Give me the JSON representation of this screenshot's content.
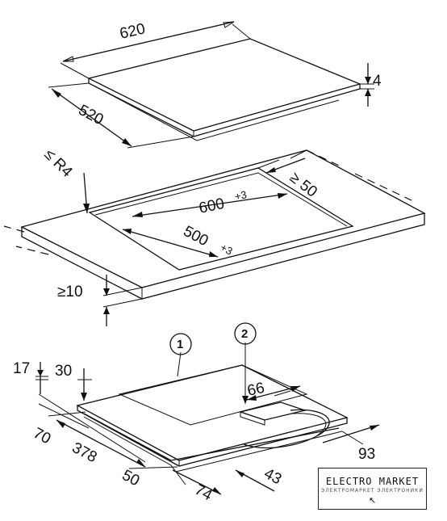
{
  "top_view": {
    "width_label": "620",
    "depth_label": "520",
    "thickness_label": "4"
  },
  "cutout_view": {
    "radius_label": "≤ R4",
    "rear_clearance_label": "≥ 50",
    "cutout_width_label": "600",
    "cutout_width_tol": "+3",
    "cutout_depth_label": "500",
    "cutout_depth_tol": "+3",
    "worktop_min_label": "≥10"
  },
  "bottom_view": {
    "callout_1": "1",
    "callout_2": "2",
    "dim_17": "17",
    "dim_30": "30",
    "dim_66": "66",
    "dim_70": "70",
    "dim_378": "378",
    "dim_50": "50",
    "dim_74": "74",
    "dim_43": "43",
    "dim_93": "93"
  },
  "watermark": {
    "name": "ELECTRO MARKET",
    "subtitle": "ЭЛЕКТРОМАРКЕТ ЭЛЕКТРОНИКИ",
    "cursor_icon": "cursor-arrow-icon"
  }
}
